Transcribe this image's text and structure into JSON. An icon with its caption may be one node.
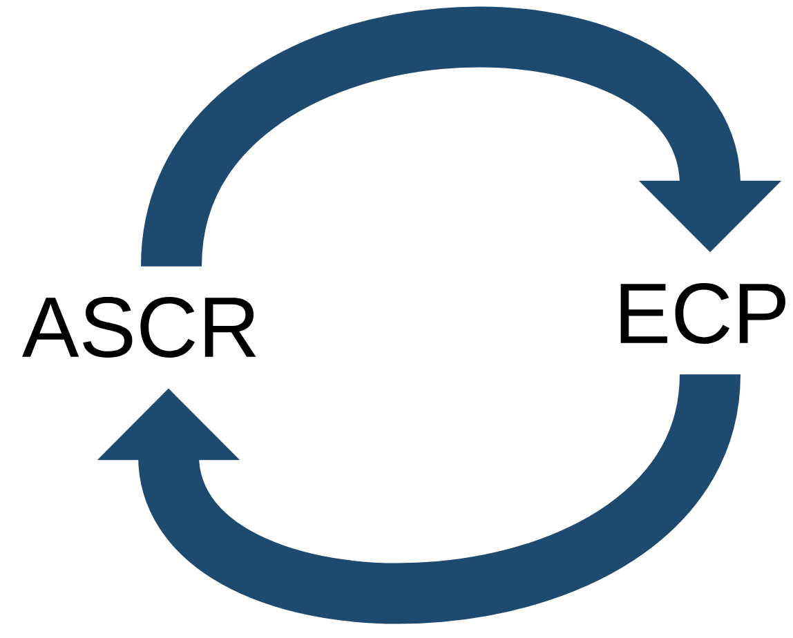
{
  "diagram": {
    "nodes": [
      {
        "text": [
          "ASCR"
        ]
      },
      {
        "text": [
          "ECP"
        ]
      }
    ],
    "edges": [
      {
        "from": 0,
        "to": 1,
        "arrow": "to"
      },
      {
        "from": 1,
        "to": 0,
        "arrow": "to"
      }
    ]
  }
}
